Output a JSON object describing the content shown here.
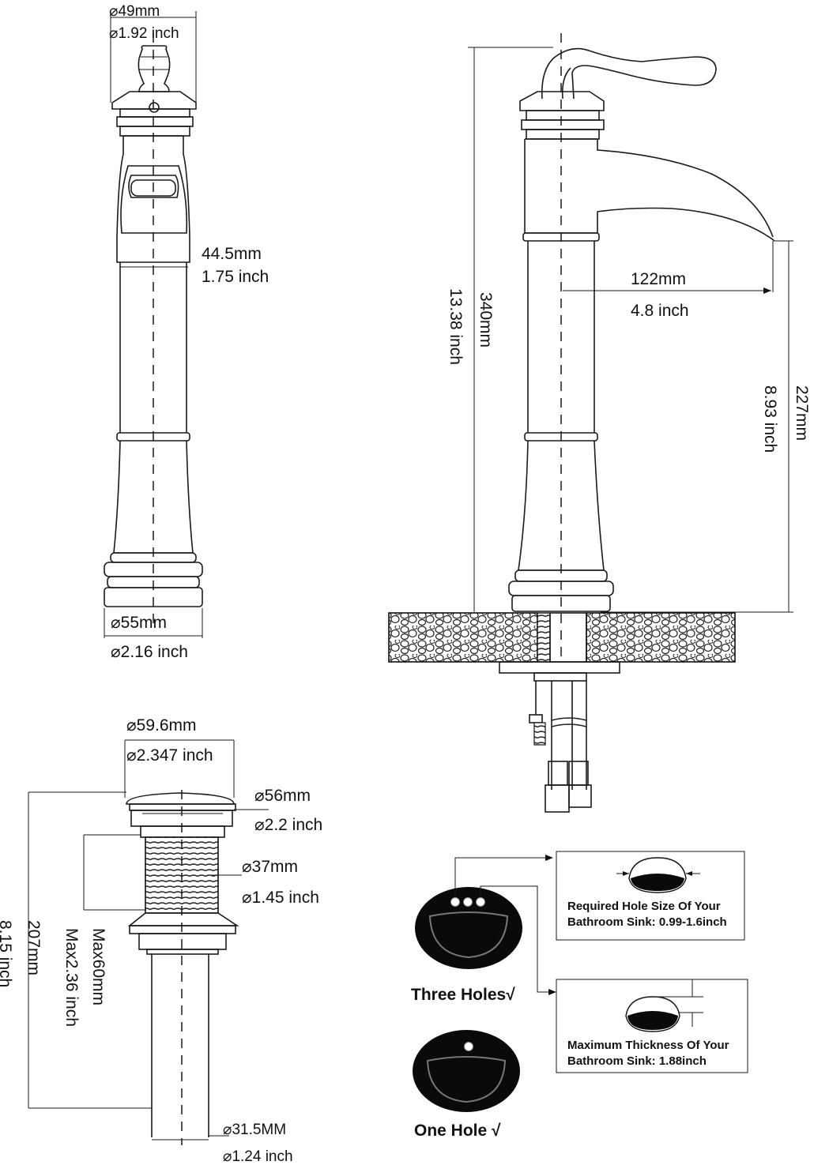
{
  "dimensions": {
    "handle_dia_mm": "⌀49mm",
    "handle_dia_in": "⌀1.92 inch",
    "body_dia_mm": "44.5mm",
    "body_dia_in": "1.75 inch",
    "base_dia_mm": "⌀55mm",
    "base_dia_in": "⌀2.16 inch",
    "height_mm": "340mm",
    "height_in": "13.38 inch",
    "reach_mm": "122mm",
    "reach_in": "4.8 inch",
    "spout_height_mm": "227mm",
    "spout_height_in": "8.93 inch"
  },
  "drain": {
    "cap_dia_mm": "⌀59.6mm",
    "cap_dia_in": "⌀2.347 inch",
    "flange_dia_mm": "⌀56mm",
    "flange_dia_in": "⌀2.2 inch",
    "thread_dia_mm": "⌀37mm",
    "thread_dia_in": "⌀1.45 inch",
    "max_mm": "Max60mm",
    "max_in": "Max2.36 inch",
    "length_mm": "207mm",
    "length_in": "8.15 inch",
    "tail_dia_mm": "⌀31.5MM",
    "tail_dia_in": "⌀1.24 inch"
  },
  "sink": {
    "three_holes": "Three Holes√",
    "one_hole": "One Hole √",
    "hole_size_line1": "Required Hole Size Of Your",
    "hole_size_line2": "Bathroom Sink: 0.99-1.6inch",
    "thickness_line1": "Maximum Thickness Of Your",
    "thickness_line2": "Bathroom Sink: 1.88inch"
  }
}
